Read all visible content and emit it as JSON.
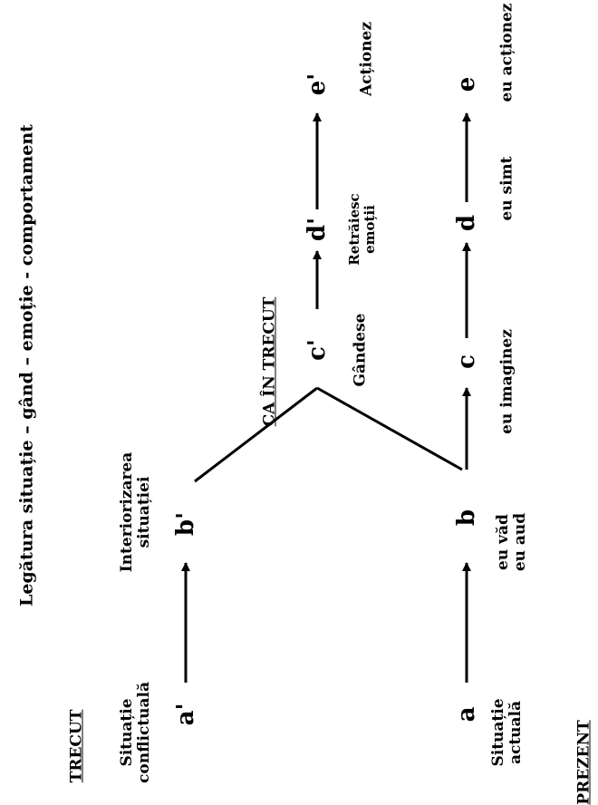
{
  "title": "Legătura situație – gând – emoție - comportament",
  "sections": {
    "past": "TRECUT",
    "present": "PREZENT",
    "like_past": "CA ÎN TRECUT"
  },
  "past_row": {
    "a_label": "a'",
    "a_text": "Situație\nconflictuală",
    "b_label": "b'",
    "b_text": "Interiorizarea\nsituației",
    "c_label": "c'",
    "c_text": "Gândese",
    "d_label": "d'",
    "d_text": "Retrăiesc\nemoții",
    "e_label": "e'",
    "e_text": "Acționez"
  },
  "present_row": {
    "a_label": "a",
    "a_text": "Situație\nactuală",
    "b_label": "b",
    "b_text": "eu văd\neu aud",
    "c_label": "c",
    "c_text": "eu imaginez",
    "d_label": "d",
    "d_text": "eu simt",
    "e_label": "e",
    "e_text": "eu acționez"
  },
  "colors": {
    "ink": "#000000",
    "background": "#ffffff"
  }
}
